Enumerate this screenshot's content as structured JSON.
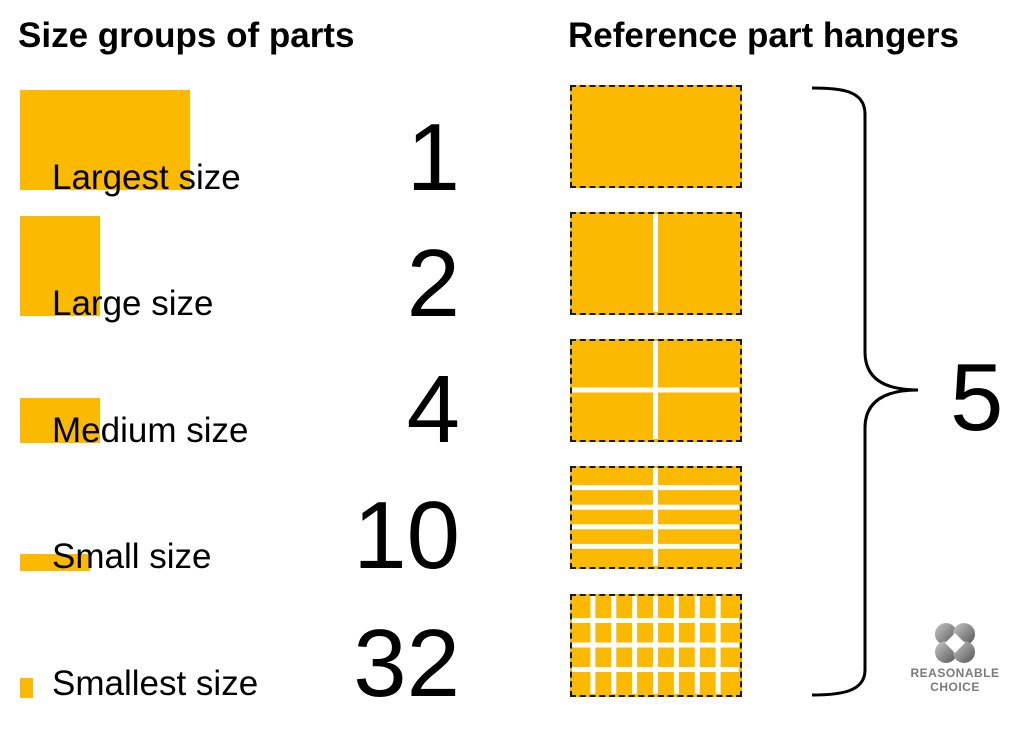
{
  "headings": {
    "left": "Size groups of parts",
    "right": "Reference part hangers"
  },
  "colors": {
    "part": "#fbb900",
    "gap": "#ffffff",
    "border": "#1a1a1a",
    "logo": "#7a7a7a"
  },
  "groups": [
    {
      "label": "Largest size",
      "count": "1"
    },
    {
      "label": "Large size",
      "count": "2"
    },
    {
      "label": "Medium size",
      "count": "4"
    },
    {
      "label": "Small size",
      "count": "10"
    },
    {
      "label": "Smallest size",
      "count": "32"
    }
  ],
  "hangers": [
    {
      "columns": 1,
      "rows": 1
    },
    {
      "columns": 2,
      "rows": 1
    },
    {
      "columns": 2,
      "rows": 2
    },
    {
      "columns": 2,
      "rows": 5
    },
    {
      "columns": 8,
      "rows": 4
    }
  ],
  "total_hangers": "5",
  "logo": {
    "line1": "REASONABLE",
    "line2": "CHOICE",
    "icon": "reasonable-choice-logo-mark"
  }
}
